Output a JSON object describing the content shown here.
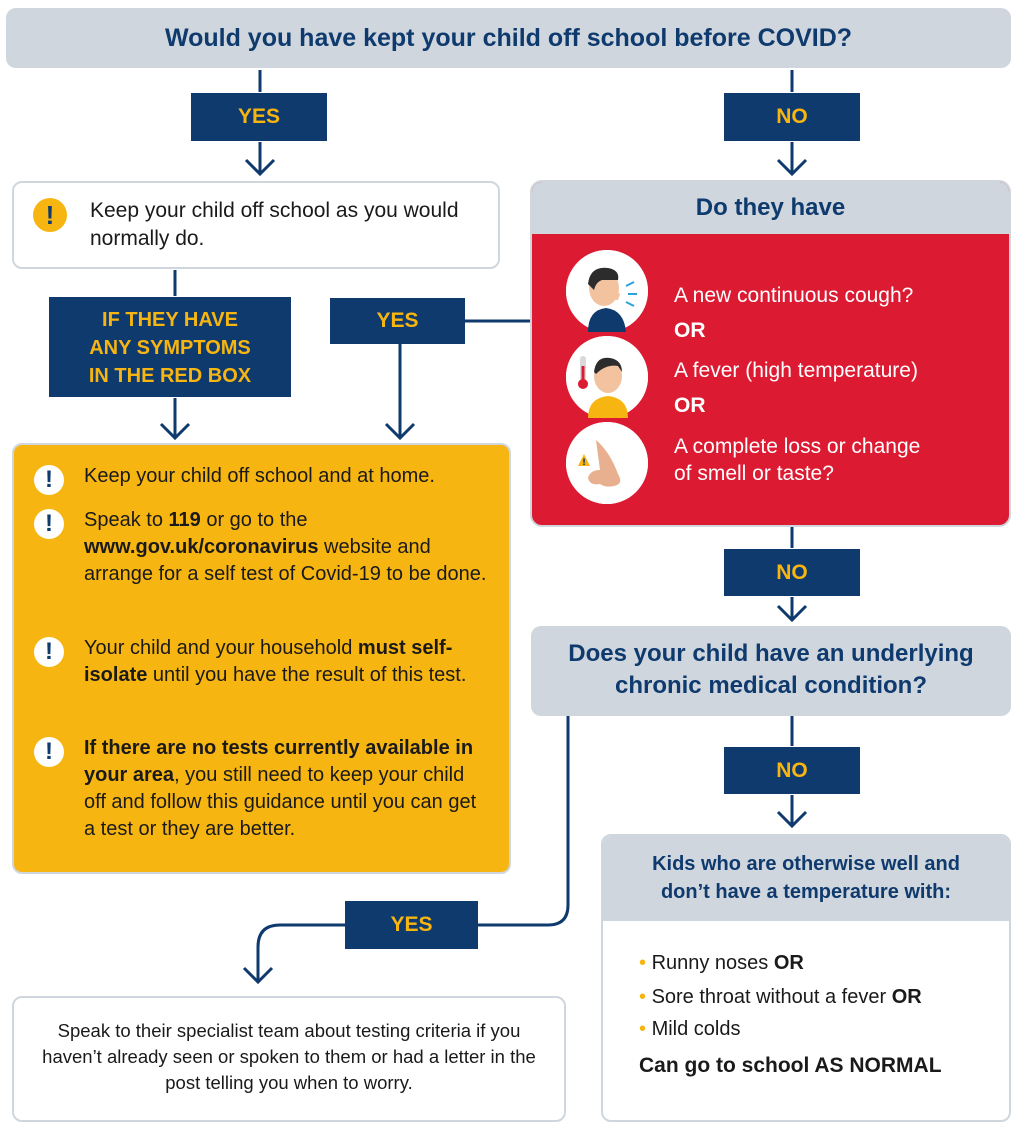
{
  "question_top": "Would you have kept your child off school before COVID?",
  "yes_label": "YES",
  "no_label": "NO",
  "keep_off_text": "Keep your child off school as you would normally do.",
  "if_symptoms_lines": [
    "IF THEY HAVE",
    "ANY SYMPTOMS",
    "IN THE RED BOX"
  ],
  "do_they_have": "Do they have",
  "symptoms": {
    "cough": "A new continuous cough?",
    "or": "OR",
    "fever": "A fever (high temperature)",
    "smell_line1": "A complete loss or change",
    "smell_line2": "of smell or taste?"
  },
  "orange_box": {
    "item1": "Keep your child off school and at home.",
    "item2_pre": "Speak to ",
    "item2_b1": "119",
    "item2_mid": " or go to the ",
    "item2_b2": "www.gov.uk/coronavirus",
    "item2_post": " website and arrange for a self test of Covid-19 to be done.",
    "item3_pre": "Your child and your household ",
    "item3_b": "must self-isolate",
    "item3_post": " until you have the result of this test.",
    "item4_b": "If there are no tests currently available in your area",
    "item4_post": ", you still need to keep your child off and follow this guidance until you can get a test or they are better."
  },
  "underlying_line1": "Does your child have an underlying",
  "underlying_line2": "chronic medical condition?",
  "kids_head_line1": "Kids who are otherwise well and",
  "kids_head_line2": "don’t have a temperature with:",
  "kids_items": {
    "a": "Runny noses ",
    "b": "Sore throat without a fever ",
    "c": "Mild colds",
    "or": "OR"
  },
  "can_go": "Can go to school AS NORMAL",
  "specialist_text": "Speak to their specialist team about testing criteria if you haven’t already seen or spoken to them or had a letter in the post telling you when to worry.",
  "colors": {
    "navy": "#0f3a6e",
    "gold": "#f7b512",
    "red": "#dc1b33",
    "grey": "#cfd6dd"
  }
}
